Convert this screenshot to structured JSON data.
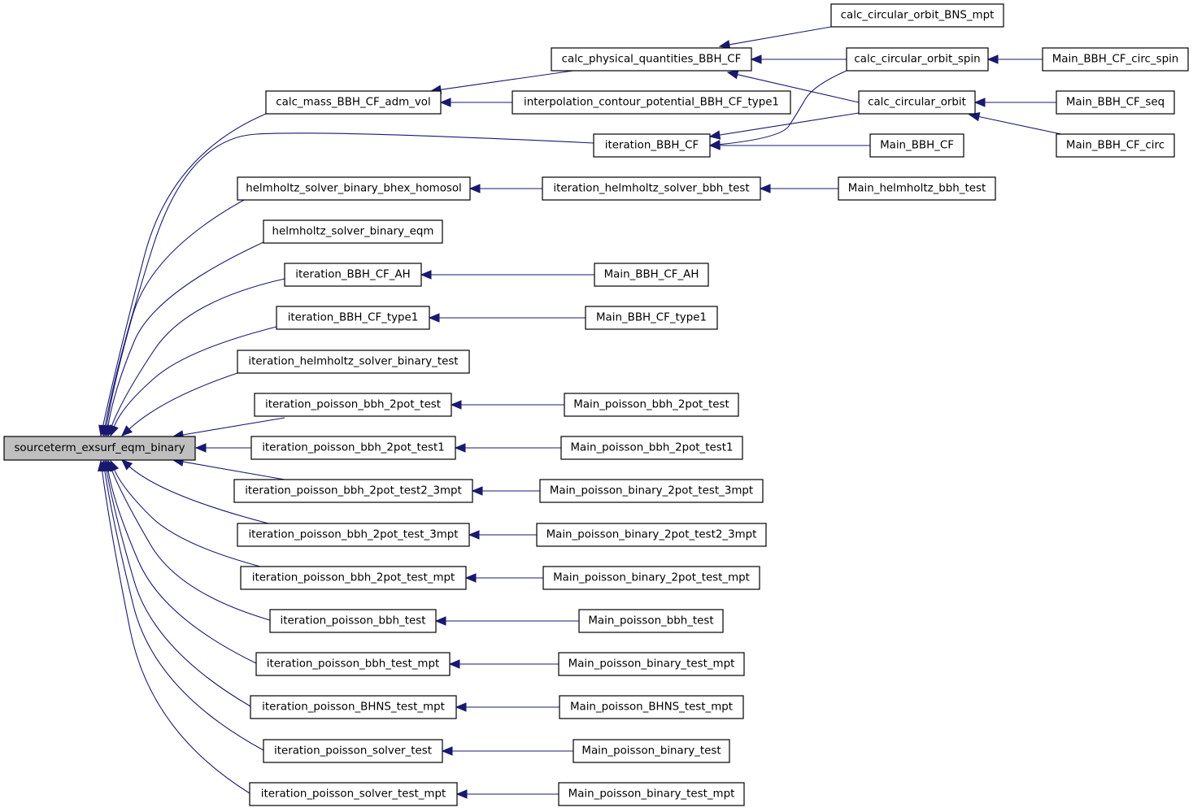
{
  "graph": {
    "direction": "callers-of-root",
    "colors": {
      "edge": "#191970",
      "root_fill": "#bfbfbf",
      "node_fill": "#ffffff",
      "node_border": "#000000"
    },
    "root": "sourceterm_exsurf_eqm_binary",
    "nodes": [
      {
        "id": "n0",
        "label": "sourceterm_exsurf_eqm_binary",
        "root": true
      },
      {
        "id": "n1",
        "label": "calc_mass_BBH_CF_adm_vol"
      },
      {
        "id": "n2",
        "label": "calc_physical_quantities_BBH_CF"
      },
      {
        "id": "n3",
        "label": "calc_circular_orbit_BNS_mpt"
      },
      {
        "id": "n4",
        "label": "calc_circular_orbit_spin"
      },
      {
        "id": "n5",
        "label": "Main_BBH_CF_circ_spin"
      },
      {
        "id": "n6",
        "label": "calc_circular_orbit"
      },
      {
        "id": "n7",
        "label": "Main_BBH_CF_seq"
      },
      {
        "id": "n8",
        "label": "Main_BBH_CF_circ"
      },
      {
        "id": "n9",
        "label": "interpolation_contour_potential_BBH_CF_type1"
      },
      {
        "id": "n10",
        "label": "iteration_BBH_CF"
      },
      {
        "id": "n11",
        "label": "Main_BBH_CF"
      },
      {
        "id": "n12",
        "label": "helmholtz_solver_binary_bhex_homosol"
      },
      {
        "id": "n13",
        "label": "iteration_helmholtz_solver_bbh_test"
      },
      {
        "id": "n14",
        "label": "Main_helmholtz_bbh_test"
      },
      {
        "id": "n15",
        "label": "helmholtz_solver_binary_eqm"
      },
      {
        "id": "n16",
        "label": "iteration_BBH_CF_AH"
      },
      {
        "id": "n17",
        "label": "Main_BBH_CF_AH"
      },
      {
        "id": "n18",
        "label": "iteration_BBH_CF_type1"
      },
      {
        "id": "n19",
        "label": "Main_BBH_CF_type1"
      },
      {
        "id": "n20",
        "label": "iteration_helmholtz_solver_binary_test"
      },
      {
        "id": "n21",
        "label": "iteration_poisson_bbh_2pot_test"
      },
      {
        "id": "n22",
        "label": "Main_poisson_bbh_2pot_test"
      },
      {
        "id": "n23",
        "label": "iteration_poisson_bbh_2pot_test1"
      },
      {
        "id": "n24",
        "label": "Main_poisson_bbh_2pot_test1"
      },
      {
        "id": "n25",
        "label": "iteration_poisson_bbh_2pot_test2_3mpt"
      },
      {
        "id": "n26",
        "label": "Main_poisson_binary_2pot_test_3mpt"
      },
      {
        "id": "n27",
        "label": "iteration_poisson_bbh_2pot_test_3mpt"
      },
      {
        "id": "n28",
        "label": "Main_poisson_binary_2pot_test2_3mpt"
      },
      {
        "id": "n29",
        "label": "iteration_poisson_bbh_2pot_test_mpt"
      },
      {
        "id": "n30",
        "label": "Main_poisson_binary_2pot_test_mpt"
      },
      {
        "id": "n31",
        "label": "iteration_poisson_bbh_test"
      },
      {
        "id": "n32",
        "label": "Main_poisson_bbh_test"
      },
      {
        "id": "n33",
        "label": "iteration_poisson_bbh_test_mpt"
      },
      {
        "id": "n34",
        "label": "Main_poisson_binary_test_mpt"
      },
      {
        "id": "n35",
        "label": "iteration_poisson_BHNS_test_mpt"
      },
      {
        "id": "n36",
        "label": "Main_poisson_BHNS_test_mpt"
      },
      {
        "id": "n37",
        "label": "iteration_poisson_solver_test"
      },
      {
        "id": "n38",
        "label": "Main_poisson_binary_test"
      },
      {
        "id": "n39",
        "label": "iteration_poisson_solver_test_mpt"
      },
      {
        "id": "n40",
        "label": "Main_poisson_binary_test_mpt"
      }
    ],
    "edges": [
      {
        "from": "n1",
        "to": "n0"
      },
      {
        "from": "n10",
        "to": "n0"
      },
      {
        "from": "n12",
        "to": "n0"
      },
      {
        "from": "n15",
        "to": "n0"
      },
      {
        "from": "n16",
        "to": "n0"
      },
      {
        "from": "n18",
        "to": "n0"
      },
      {
        "from": "n20",
        "to": "n0"
      },
      {
        "from": "n21",
        "to": "n0"
      },
      {
        "from": "n23",
        "to": "n0"
      },
      {
        "from": "n25",
        "to": "n0"
      },
      {
        "from": "n27",
        "to": "n0"
      },
      {
        "from": "n29",
        "to": "n0"
      },
      {
        "from": "n31",
        "to": "n0"
      },
      {
        "from": "n33",
        "to": "n0"
      },
      {
        "from": "n35",
        "to": "n0"
      },
      {
        "from": "n37",
        "to": "n0"
      },
      {
        "from": "n39",
        "to": "n0"
      },
      {
        "from": "n2",
        "to": "n1"
      },
      {
        "from": "n9",
        "to": "n1"
      },
      {
        "from": "n3",
        "to": "n2"
      },
      {
        "from": "n4",
        "to": "n2"
      },
      {
        "from": "n6",
        "to": "n2"
      },
      {
        "from": "n5",
        "to": "n4"
      },
      {
        "from": "n7",
        "to": "n6"
      },
      {
        "from": "n8",
        "to": "n6"
      },
      {
        "from": "n6",
        "to": "n10"
      },
      {
        "from": "n4",
        "to": "n10"
      },
      {
        "from": "n11",
        "to": "n10"
      },
      {
        "from": "n13",
        "to": "n12"
      },
      {
        "from": "n14",
        "to": "n13"
      },
      {
        "from": "n17",
        "to": "n16"
      },
      {
        "from": "n19",
        "to": "n18"
      },
      {
        "from": "n22",
        "to": "n21"
      },
      {
        "from": "n24",
        "to": "n23"
      },
      {
        "from": "n26",
        "to": "n25"
      },
      {
        "from": "n28",
        "to": "n27"
      },
      {
        "from": "n30",
        "to": "n29"
      },
      {
        "from": "n32",
        "to": "n31"
      },
      {
        "from": "n34",
        "to": "n33"
      },
      {
        "from": "n36",
        "to": "n35"
      },
      {
        "from": "n38",
        "to": "n37"
      },
      {
        "from": "n40",
        "to": "n39"
      }
    ]
  }
}
